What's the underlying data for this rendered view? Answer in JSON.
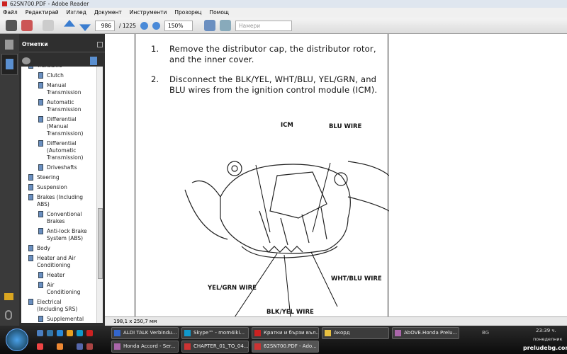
{
  "window": {
    "title": "62SN700.PDF - Adobe Reader"
  },
  "menu": [
    "Файл",
    "Редактирай",
    "Изглед",
    "Документ",
    "Инструменти",
    "Прозорец",
    "Помощ"
  ],
  "toolbar": {
    "page": "986",
    "page_total": "/ 1225",
    "zoom": "150%",
    "search_placeholder": "Намери"
  },
  "panel": {
    "title": "Отметки"
  },
  "bookmarks": [
    {
      "label": "Transaxle",
      "level": 0
    },
    {
      "label": "Clutch",
      "level": 1
    },
    {
      "label": "Manual Transmission",
      "level": 1
    },
    {
      "label": "Automatic Transmission",
      "level": 1
    },
    {
      "label": "Differential (Manual Transmission)",
      "level": 1
    },
    {
      "label": "Differential (Automatic Transmission)",
      "level": 1
    },
    {
      "label": "Driveshafts",
      "level": 1
    },
    {
      "label": "Steering",
      "level": 0
    },
    {
      "label": "Suspension",
      "level": 0
    },
    {
      "label": "Brakes (Including ABS)",
      "level": 0
    },
    {
      "label": "Conventional Brakes",
      "level": 1
    },
    {
      "label": "Anti-lock Brake System (ABS)",
      "level": 1
    },
    {
      "label": "Body",
      "level": 0
    },
    {
      "label": "Heater and Air Conditioning",
      "level": 0
    },
    {
      "label": "Heater",
      "level": 1
    },
    {
      "label": "Air Conditioning",
      "level": 1
    },
    {
      "label": "Electrical (Including SRS)",
      "level": 0
    },
    {
      "label": "Supplemental Restraint System (SRS)-Type II",
      "level": 1
    }
  ],
  "document": {
    "step1_num": "1.",
    "step1": "Remove the distributor cap, the distributor rotor, and the inner cover.",
    "step2_num": "2.",
    "step2": "Disconnect the BLK/YEL, WHT/BLU, YEL/GRN, and BLU wires from the ignition control module (ICM).",
    "labels": {
      "icm": "ICM",
      "blu": "BLU WIRE",
      "whtblu": "WHT/BLU WIRE",
      "yelgrn": "YEL/GRN WIRE",
      "blkyel": "BLK/YEL WIRE"
    }
  },
  "status": {
    "page_size": "198,1 x 250,7 мм"
  },
  "taskbar": {
    "buttons": [
      "ALDI TALK Verbindu...",
      "Skype™ - mom4iki...",
      "Кратки и бързи въл...",
      "Акорд",
      "AbOVE.Honda Prelu...",
      "Honda Accord - Ser...",
      "CHAPTER_01_TO_04...",
      "62SN700.PDF - Ado..."
    ],
    "lang": "BG",
    "time": "23:39 ч.",
    "day": "понеделник",
    "watermark": "preludebg.com"
  }
}
